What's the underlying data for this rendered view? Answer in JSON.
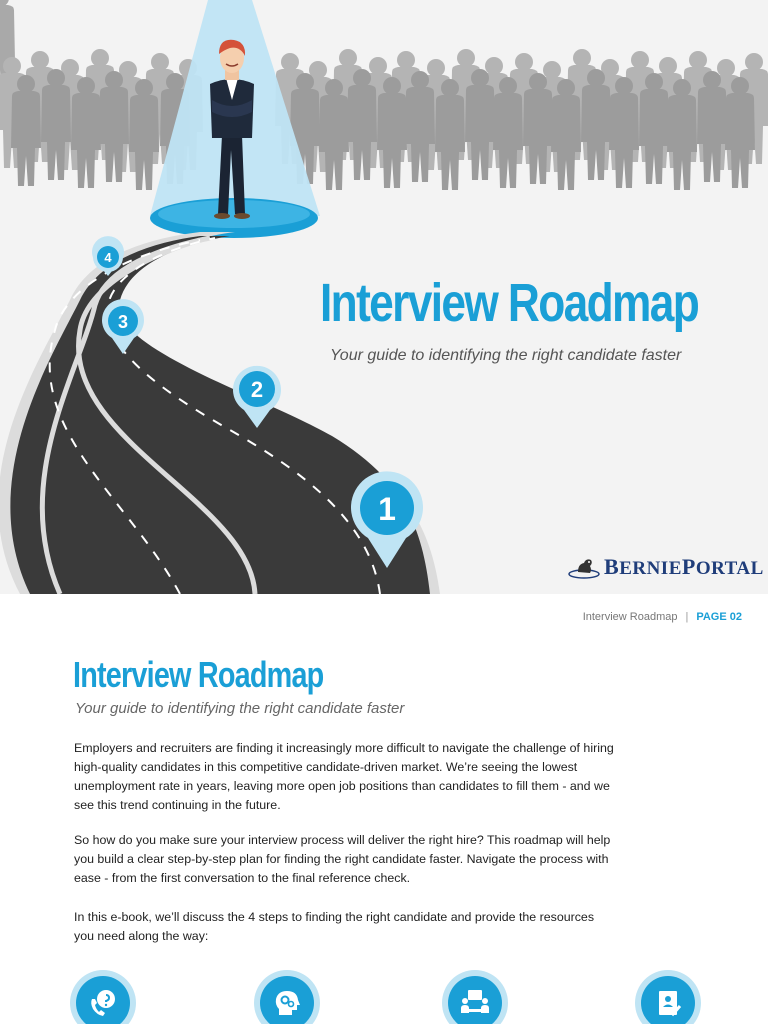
{
  "cover": {
    "title": "Interview Roadmap",
    "subtitle": "Your guide to identifying the right candidate faster",
    "milestones": [
      "1",
      "2",
      "3",
      "4"
    ],
    "logo": {
      "first": "B",
      "rest1": "ERNIE",
      "first2": "P",
      "rest2": "ORTAL"
    }
  },
  "header": {
    "doc_name": "Interview Roadmap",
    "separator": "|",
    "page_label": "PAGE 02"
  },
  "page2": {
    "title": "Interview Roadmap",
    "subtitle": "Your guide to identifying the right candidate faster",
    "paragraphs": [
      "Employers and recruiters are finding it increasingly more difficult to navigate the challenge of hiring high-quality candidates in this competitive candidate-driven market. We’re seeing the lowest unemployment rate in years, leaving more open job positions than candidates to fill them - and we see this trend continuing in the future.",
      "So how do you make sure your interview process will deliver the right hire? This roadmap will help you build a clear step-by-step plan for finding the right candidate faster. Navigate the process with ease - from the first conversation to the final reference check.",
      "In this e-book, we’ll discuss the 4 steps to finding the right candidate and provide the resources you need along the way:"
    ],
    "step_icons": [
      "phone-chat-icon",
      "head-gears-icon",
      "meeting-icon",
      "reference-check-icon"
    ]
  },
  "colors": {
    "accent": "#1a9fd6",
    "logo": "#1f3d7a",
    "road": "#3a3a3a",
    "crowd": "#a9a9a9",
    "spotlight": "#bfe4f4"
  }
}
